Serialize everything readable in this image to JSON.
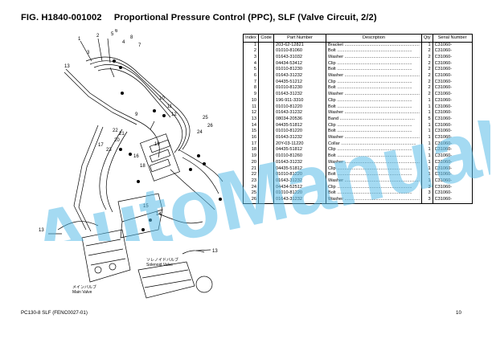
{
  "header": {
    "fig_number": "FIG. H1840-001002",
    "fig_title": "Proportional Pressure Control (PPC), SLF (Valve Circuit, 2/2)"
  },
  "table": {
    "columns": [
      "Index",
      "Code",
      "Part Number",
      "Description",
      "Qty",
      "Serial Number"
    ],
    "rows": [
      {
        "index": "1",
        "code": "",
        "part": "203-62-12821",
        "desc": "Bracket",
        "qty": "1",
        "serial": "C31060-"
      },
      {
        "index": "2",
        "code": "",
        "part": "01010-81060",
        "desc": "Bolt",
        "qty": "2",
        "serial": "C31060-"
      },
      {
        "index": "3",
        "code": "",
        "part": "01643-31032",
        "desc": "Washer",
        "qty": "2",
        "serial": "C31060-"
      },
      {
        "index": "4",
        "code": "",
        "part": "04434-53412",
        "desc": "Clip",
        "qty": "2",
        "serial": "C31060-"
      },
      {
        "index": "5",
        "code": "",
        "part": "01010-81230",
        "desc": "Bolt",
        "qty": "2",
        "serial": "C31060-"
      },
      {
        "index": "6",
        "code": "",
        "part": "01643-31232",
        "desc": "Washer",
        "qty": "2",
        "serial": "C31060-"
      },
      {
        "index": "7",
        "code": "",
        "part": "04435-51212",
        "desc": "Clip",
        "qty": "2",
        "serial": "C31060-"
      },
      {
        "index": "8",
        "code": "",
        "part": "01010-81230",
        "desc": "Bolt",
        "qty": "2",
        "serial": "C31060-"
      },
      {
        "index": "9",
        "code": "",
        "part": "01643-31232",
        "desc": "Washer",
        "qty": "2",
        "serial": "C31060-"
      },
      {
        "index": "10",
        "code": "",
        "part": "196-911-3310",
        "desc": "Clip",
        "qty": "1",
        "serial": "C31060-"
      },
      {
        "index": "11",
        "code": "",
        "part": "01010-81220",
        "desc": "Bolt",
        "qty": "1",
        "serial": "C31060-"
      },
      {
        "index": "12",
        "code": "",
        "part": "01643-31232",
        "desc": "Washer",
        "qty": "1",
        "serial": "C31060-"
      },
      {
        "index": "13",
        "code": "",
        "part": "08034-20536",
        "desc": "Band",
        "qty": "5",
        "serial": "C31060-"
      },
      {
        "index": "14",
        "code": "",
        "part": "04435-51812",
        "desc": "Clip",
        "qty": "1",
        "serial": "C31060-"
      },
      {
        "index": "15",
        "code": "",
        "part": "01010-81220",
        "desc": "Bolt",
        "qty": "1",
        "serial": "C31060-"
      },
      {
        "index": "16",
        "code": "",
        "part": "01643-31232",
        "desc": "Washer",
        "qty": "1",
        "serial": "C31060-"
      },
      {
        "index": "17",
        "code": "",
        "part": "20Y-03-11220",
        "desc": "Collar",
        "qty": "1",
        "serial": "C31060-"
      },
      {
        "index": "18",
        "code": "",
        "part": "04435-51812",
        "desc": "Clip",
        "qty": "1",
        "serial": "C31060-"
      },
      {
        "index": "19",
        "code": "",
        "part": "01010-81260",
        "desc": "Bolt",
        "qty": "1",
        "serial": "C31060-"
      },
      {
        "index": "20",
        "code": "",
        "part": "01643-31232",
        "desc": "Washer",
        "qty": "1",
        "serial": "C31060-"
      },
      {
        "index": "21",
        "code": "",
        "part": "04435-51812",
        "desc": "Clip",
        "qty": "1",
        "serial": "C31060-"
      },
      {
        "index": "22",
        "code": "",
        "part": "01010-81220",
        "desc": "Bolt",
        "qty": "1",
        "serial": "C31060-"
      },
      {
        "index": "23",
        "code": "",
        "part": "01643-31232",
        "desc": "Washer",
        "qty": "1",
        "serial": "C31060-"
      },
      {
        "index": "24",
        "code": "",
        "part": "04434-52512",
        "desc": "Clip",
        "qty": "3",
        "serial": "C31060-"
      },
      {
        "index": "25",
        "code": "",
        "part": "01010-81220",
        "desc": "Bolt",
        "qty": "3",
        "serial": "C31060-"
      },
      {
        "index": "26",
        "code": "",
        "part": "01643-31232",
        "desc": "Washer",
        "qty": "3",
        "serial": "C31060-"
      }
    ]
  },
  "diagram": {
    "callouts": [
      "1",
      "2",
      "3",
      "4",
      "5",
      "6",
      "7",
      "8",
      "9",
      "10",
      "11",
      "12",
      "13",
      "13",
      "13",
      "14",
      "15",
      "16",
      "17",
      "18",
      "19",
      "20",
      "21",
      "22",
      "23",
      "24",
      "25",
      "26"
    ],
    "solenoid_jp": "ソレノイドバルブ",
    "solenoid_en": "Solenoid Valve",
    "main_jp": "メインバルブ",
    "main_en": "Main Valve"
  },
  "footer": {
    "model": "PC130-8 SLF (FENC0027-01)",
    "page": "10"
  },
  "watermark": {
    "text": "AutoManual",
    "color": "#5bbde8"
  }
}
